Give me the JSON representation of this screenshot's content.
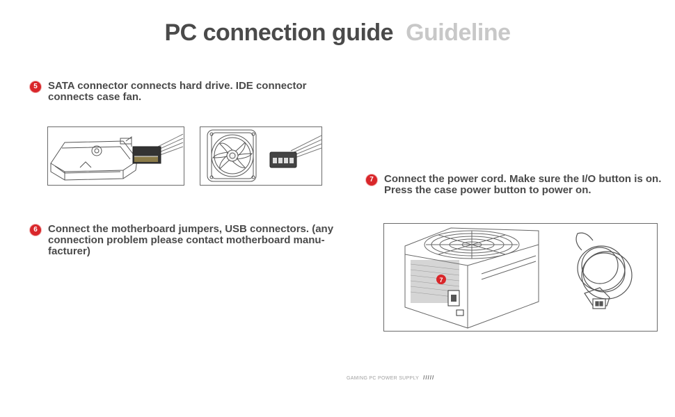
{
  "header": {
    "title": "PC connection guide",
    "subtitle": "Guideline"
  },
  "steps": [
    {
      "number": "5",
      "text": "SATA connector connects hard drive. IDE connector connects case fan."
    },
    {
      "number": "6",
      "text": "Connect the motherboard jumpers, USB connectors. (any connection problem please contact motherboard manu-facturer)"
    },
    {
      "number": "7",
      "text": "Connect the power cord. Make sure the I/O button is on. Press the case power button to power on."
    }
  ],
  "figures": {
    "psu_callout": "7"
  },
  "footer": {
    "text": "GAMING PC POWER SUPPLY",
    "mark": "/////"
  },
  "colors": {
    "badge": "#d9262a",
    "text": "#4a4a4a",
    "subtitle": "#c8c8c8"
  }
}
